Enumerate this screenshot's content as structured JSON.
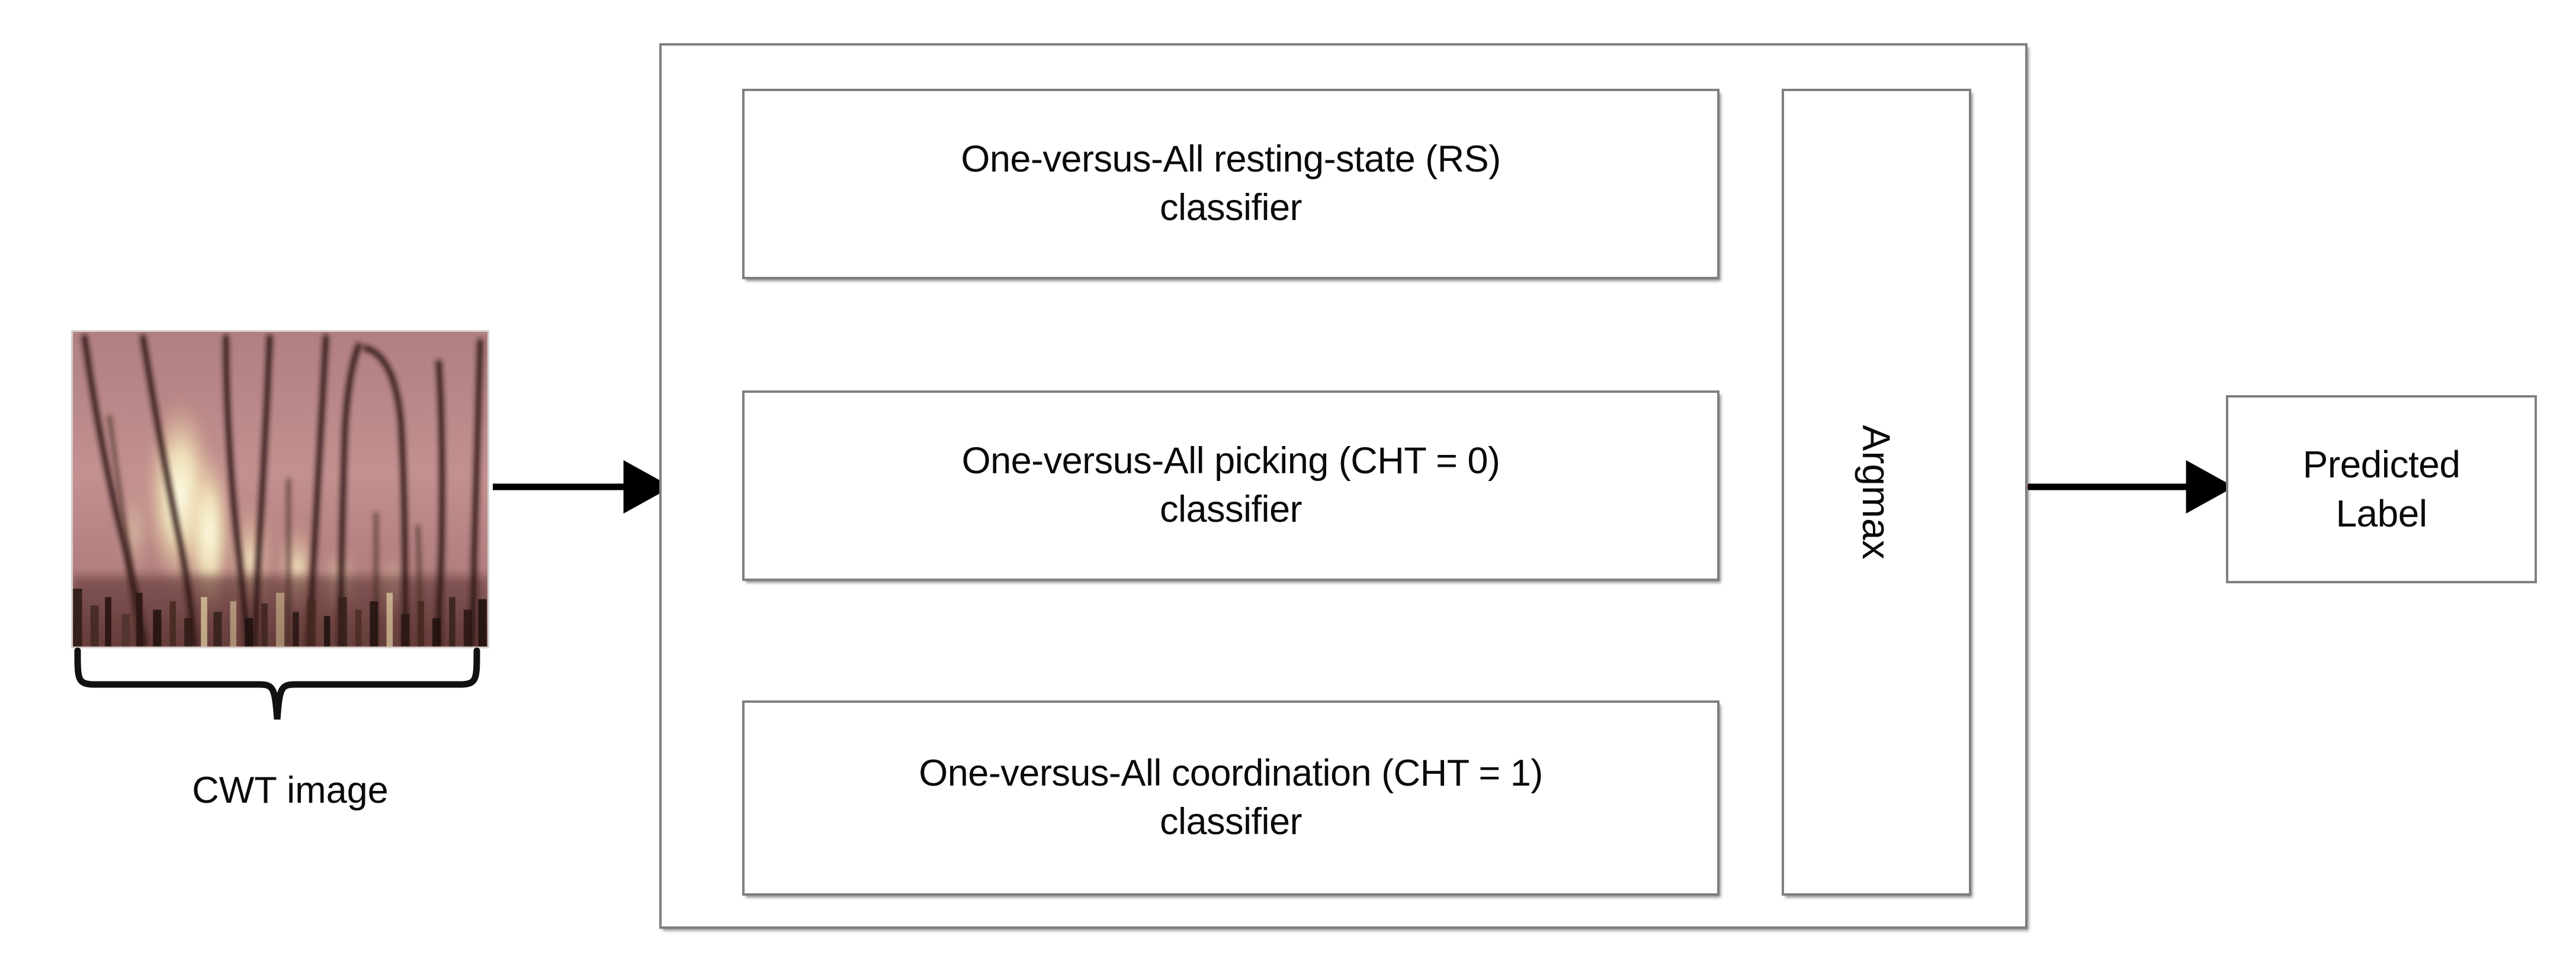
{
  "figure": {
    "domain": "diagram",
    "type": "flowchart",
    "description": "One-versus-All multi-classifier pipeline taking a CWT image as input and producing a predicted label through an Argmax block",
    "background_color": "#ffffff"
  },
  "input": {
    "image_name": "cwt-scalogram",
    "caption": "CWT image",
    "brace_glyph": "curly-brace-down",
    "palette": {
      "background_rose": "#c08d8d",
      "ridge_dark": "#2b1a18",
      "bright_cream": "#f5efbe",
      "mid_rose": "#b97f80",
      "deep_maroon": "#4a2a28"
    }
  },
  "classifiers": {
    "group_name": "one-versus-all-ensemble",
    "items": [
      {
        "id": "rs",
        "line1": "One-versus-All resting-state (RS)",
        "line2": "classifier"
      },
      {
        "id": "cht0",
        "line1": "One-versus-All picking (CHT = 0)",
        "line2": "classifier"
      },
      {
        "id": "cht1",
        "line1": "One-versus-All coordination (CHT = 1)",
        "line2": "classifier"
      }
    ]
  },
  "aggregator": {
    "label": "Argmax",
    "orientation": "vertical-rotated-90"
  },
  "output": {
    "line1": "Predicted",
    "line2": "Label"
  },
  "connectors": {
    "input_arrow_color": "#000000",
    "fanout_arrow_color": "#ff0000",
    "output_arrow_color": "#000000",
    "box_border_color": "#7f7f7f",
    "text_color": "#0a0a0a"
  },
  "chart_data": {
    "type": "heatmap",
    "title": "CWT image",
    "xlabel": "",
    "ylabel": "",
    "colormap": "pink",
    "notes": "Continuous wavelet transform scalogram: rose background with dark descending ridge curves and bright cream high-energy bands near the centre-left; dense speckled low-scale region along the bottom."
  }
}
